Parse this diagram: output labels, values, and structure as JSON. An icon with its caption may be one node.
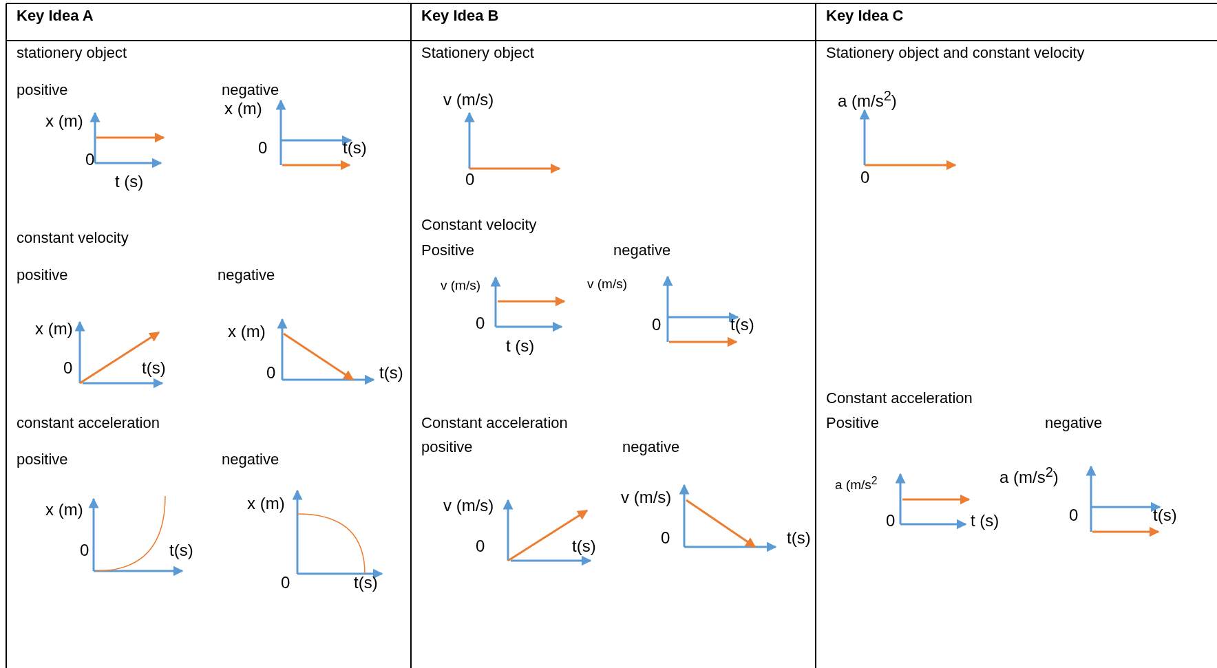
{
  "diagram": {
    "labels": [
      "Key Idea A",
      "Key Idea B",
      "Key Idea C",
      "stationery object",
      "positive",
      "negative",
      "x (m)",
      "0",
      "t (s)",
      "x (m)",
      "0",
      "t(s)",
      "constant velocity",
      "positive",
      "negative",
      "x (m)",
      "0",
      "t(s)",
      "x (m)",
      "0",
      "t(s)",
      "constant acceleration",
      "positive",
      "negative",
      "x (m)",
      "0",
      "t(s)",
      "x (m)",
      "0",
      "t(s)",
      "Stationery object",
      "v (m/s)",
      "0",
      "Constant velocity",
      "Positive",
      "negative",
      "v (m/s)",
      "0",
      "t (s)",
      "v (m/s)",
      "0",
      "t(s)",
      "Constant acceleration",
      "positive",
      "negative",
      "v (m/s)",
      "0",
      "t(s)",
      "v (m/s)",
      "0",
      "t(s)",
      "Stationery object and constant velocity",
      "a (m/s$^{2}$)",
      "0",
      "Constant acceleration",
      "Positive",
      "negative",
      "a (m/s$^{2}$",
      "0",
      "t (s)",
      "a (m/s$^{2}$)",
      "0",
      "t(s)"
    ]
  }
}
